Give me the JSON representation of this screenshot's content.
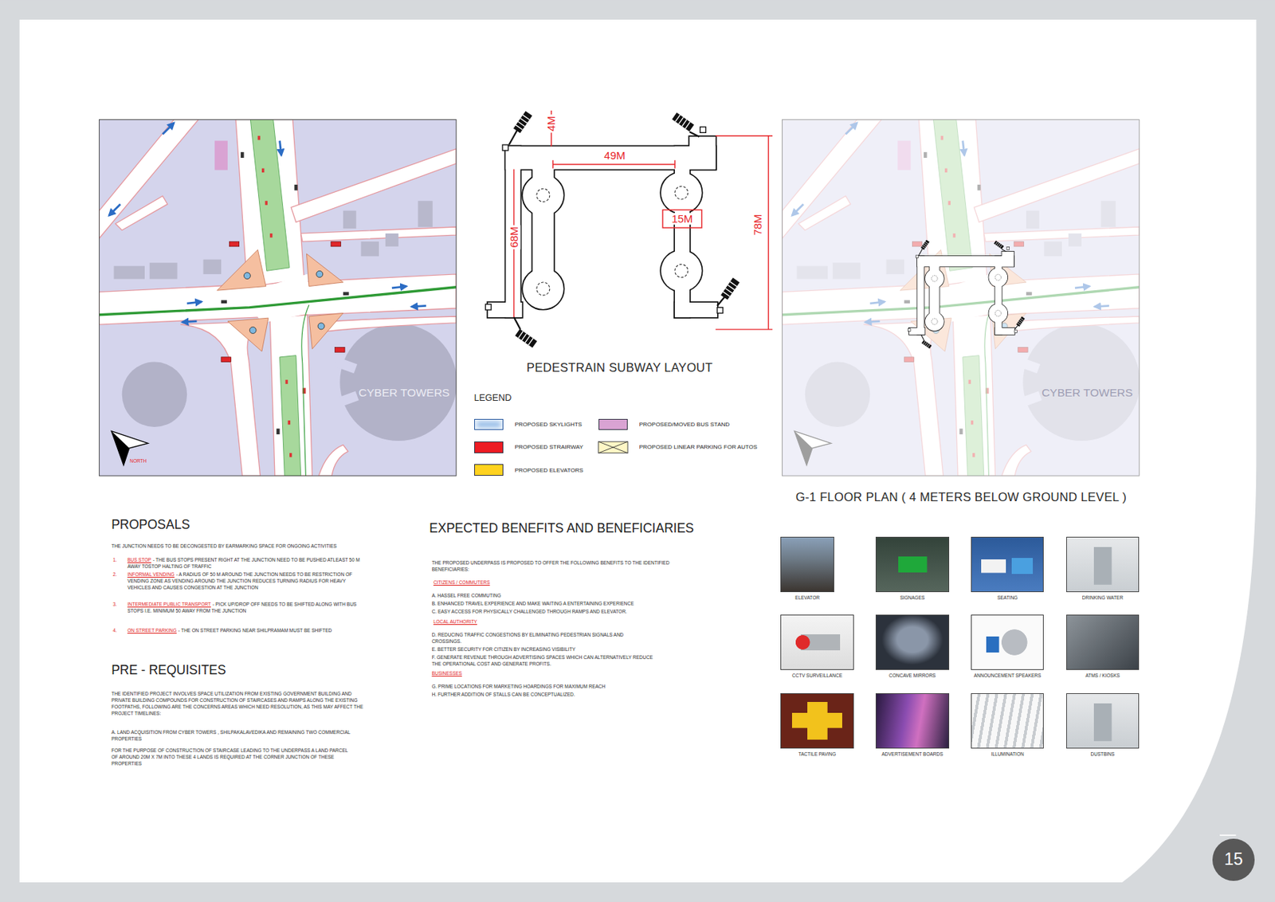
{
  "diagram": {
    "nodes": [
      {
        "text": [
          "ELEVATOR"
        ]
      },
      {
        "text": [
          "SIGNAGES"
        ]
      },
      {
        "text": [
          "SEATING"
        ]
      },
      {
        "text": [
          "DRINKING WATER"
        ]
      },
      {
        "text": [
          "CCTV SURVEILLANCE"
        ]
      },
      {
        "text": [
          "CONCAVE MIRRORS"
        ]
      },
      {
        "text": [
          "ANNOUNCEMENT SPEAKERS"
        ]
      },
      {
        "text": [
          "ATMS / KIOSKS"
        ]
      },
      {
        "text": [
          "TACTILE PAVING"
        ]
      },
      {
        "text": [
          "ADVERTISEMENT BOARDS"
        ]
      },
      {
        "text": [
          "ILLUMINATION"
        ]
      },
      {
        "text": [
          "DUSTBINS"
        ]
      },
      {
        "text": [
          "15"
        ]
      }
    ],
    "labels": [
      "4M",
      "49M",
      "68M",
      "15M",
      "78M",
      "PEDESTRAIN SUBWAY LAYOUT",
      "LEGEND",
      "CYBER TOWERS",
      "NORTH",
      "CYBER TOWERS",
      "G-1 FLOOR PLAN ( 4 METERS BELOW GROUND LEVEL )",
      "PROPOSALS",
      "THE JUNCTION NEEDS TO BE DECONGESTED BY EARMARKING SPACE FOR ONGOING ACTIVITIES",
      "1.",
      "BUS STOP",
      "- THE BUS STOPS PRESENT RIGHT AT THE JUNCTION NEED TO BE PUSHED ATLEAST 50 M AWAY TOSTOP HALTING OF TRAFFIC",
      "2.",
      "INFORMAL VENDING",
      "- A RADIUS OF 50 M AROUND THE JUNCTION NEEDS TO BE RESTRICTION OF VENDING ZONE AS VENDING AROUND THE JUNCTION REDUCES TURNING RADIUS FOR HEAVY VEHICLES AND CAUSES CONGESTION AT THE JUNCTION",
      "3.",
      "INTERMEDIATE PUBLIC TRANSPORT",
      "- PICK UP/DROP OFF NEEDS TO BE SHIFTED ALONG WITH BUS STOPS I.E. MINIMUM 50 AWAY FROM THE JUNCTION",
      "4.",
      "ON STREET PARKING",
      "- THE ON STREET PARKING NEAR SHILPRAMAM MUST BE SHIFTED",
      "PRE - REQUISITES",
      "THE IDENTIFIED PROJECT INVOLVES SPACE UTILIZATION FROM EXISTING GOVERNMENT BUILDING AND PRIVATE BUILDING COMPOUNDS FOR CONSTRUCTION OF STAIRCASES AND RAMPS ALONG THE EXISTING FOOTPATHS, FOLLOWING ARE THE CONCERNS AREAS WHICH NEED RESOLUTION, AS THIS MAY AFFECT THE PROJECT TIMELINES:",
      "A. LAND ACQUISITION FROM CYBER TOWERS , SHILPAKALAVEDIKA AND REMAINING TWO COMMERCIAL PROPERTIES",
      "FOR THE PURPOSE OF CONSTRUCTION OF STAIRCASE LEADING TO THE UNDERPASS A LAND PARCEL OF AROUND 20M X 7M INTO THESE 4 LANDS IS REQUIRED AT THE CORNER JUNCTION OF THESE PROPERTIES",
      "EXPECTED BENEFITS AND BENEFICIARIES",
      "THE PROPOSED UNDERPASS IS PROPOSED TO OFFER THE FOLLOWING BENEFITS TO THE IDENTIFIED BENEFICIARIES:",
      "CITIZENS / COMMUTERS",
      "A. HASSEL FREE COMMUTING",
      "B. ENHANCED TRAVEL EXPERIENCE AND MAKE WAITING A ENTERTAINING EXPERIENCE",
      "C. EASY ACCESS FOR PHYSICALLY CHALLENGED THROUGH RAMPS AND ELEVATOR.",
      "LOCAL AUTHORITY",
      "D. REDUCING TRAFFIC CONGESTIONS BY ELIMINATING PEDESTRIAN SIGNALS AND CROSSINGS.",
      "E. BETTER SECURITY FOR CITIZEN BY INCREASING VISIBILITY",
      "F. GENERATE REVENUE THROUGH ADVERTISING SPACES WHICH CAN ALTERNATIVELY REDUCE THE OPERATIONAL COST AND GENERATE PROFITS.",
      "BUSINESSES",
      "G. PRIME LOCATIONS FOR MARKETING HOARDINGS FOR MAXIMUM REACH",
      "H. FURTHER ADDITION OF STALLS CAN BE CONCEPTUALIZED."
    ],
    "legend": [
      {
        "text": "PROPOSED SKYLIGHTS",
        "color": "#8fb8e6"
      },
      {
        "text": "PROPOSED STRAIRWAY",
        "color": "#ed1c24"
      },
      {
        "text": "PROPOSED ELEVATORS",
        "color": "#ffd21f"
      },
      {
        "text": "PROPOSED/MOVED BUS STAND",
        "color": "#d9a3d3"
      },
      {
        "text": "PROPOSED LINEAR PARKING FOR AUTOS"
      }
    ]
  }
}
